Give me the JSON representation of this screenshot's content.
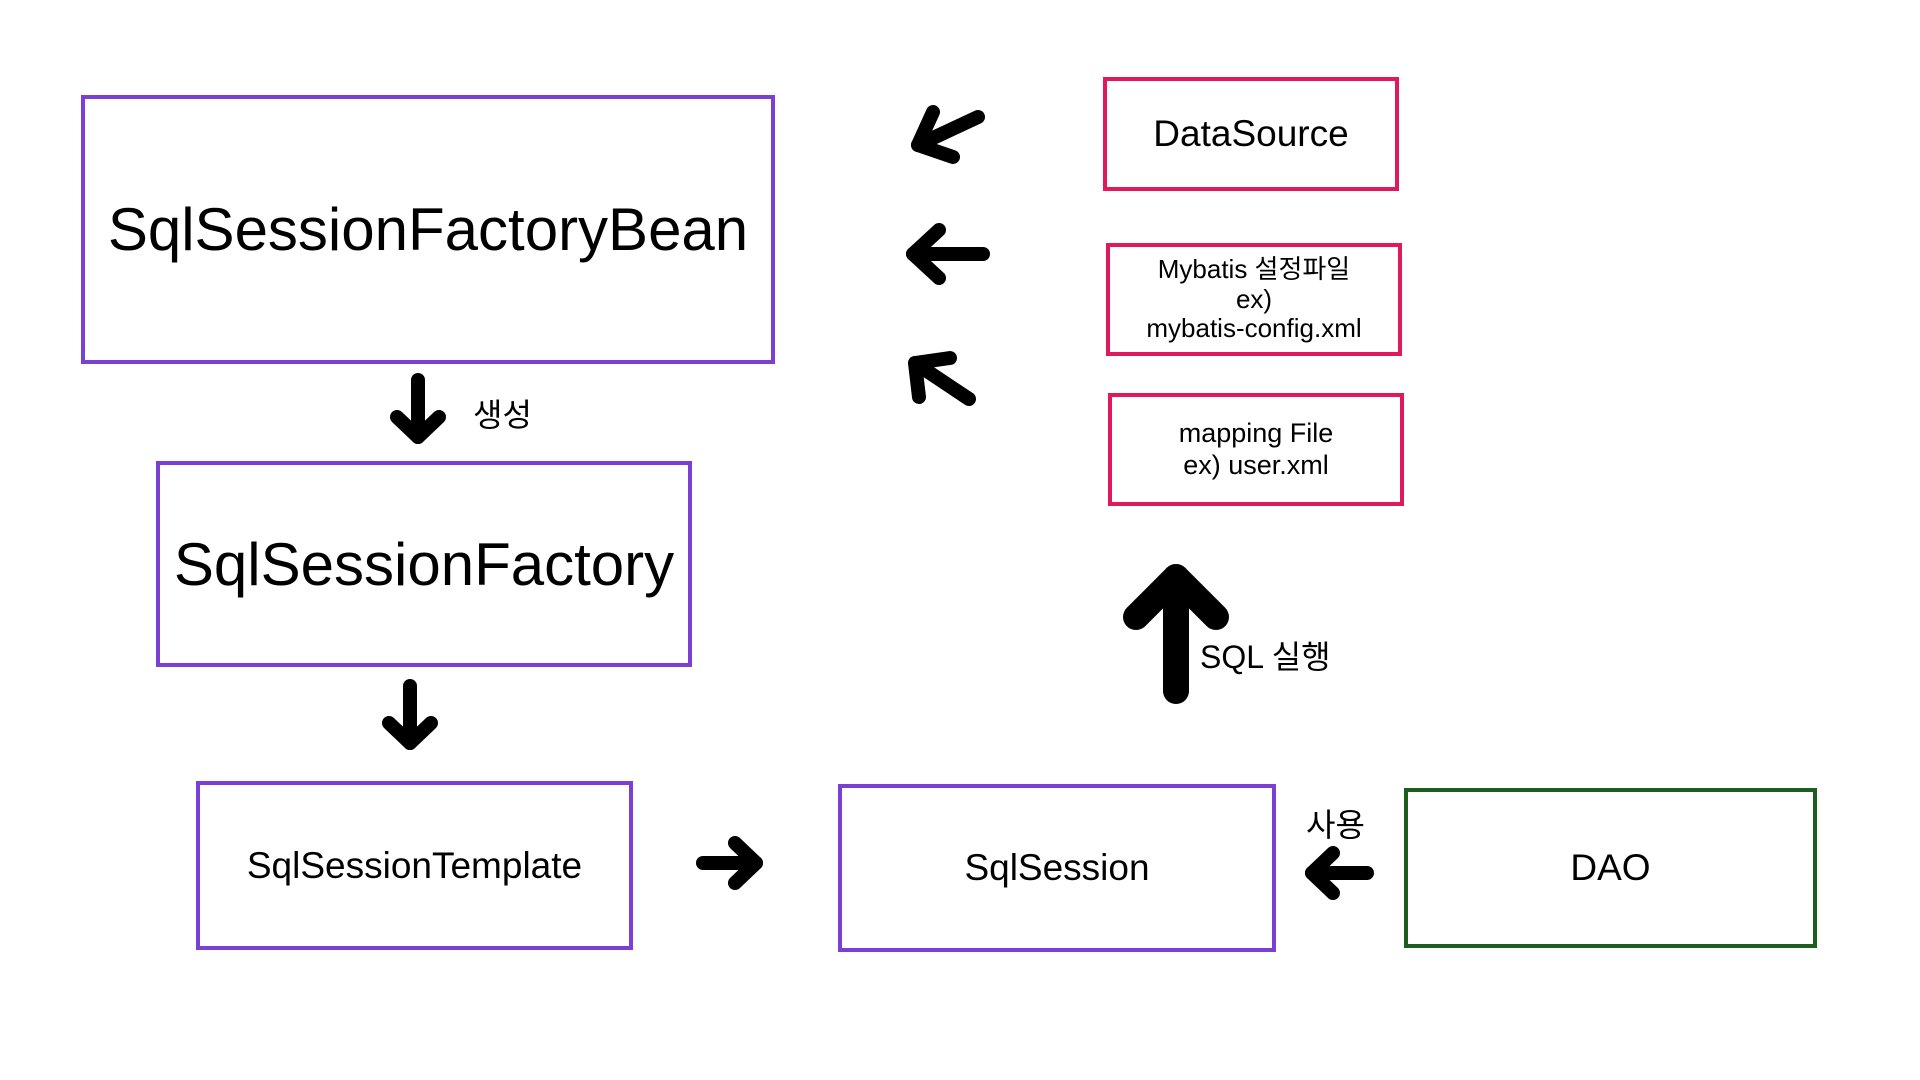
{
  "nodes": {
    "sql_session_factory_bean": "SqlSessionFactoryBean",
    "sql_session_factory": "SqlSessionFactory",
    "sql_session_template": "SqlSessionTemplate",
    "sql_session": "SqlSession",
    "dao": "DAO",
    "data_source": "DataSource",
    "mybatis_config": [
      "Mybatis 설정파일",
      "ex)",
      "mybatis-config.xml"
    ],
    "mapping_file": [
      "mapping File",
      "ex) user.xml"
    ]
  },
  "edge_labels": {
    "create": "생성",
    "execute_sql": "SQL 실행",
    "use": "사용"
  },
  "colors": {
    "purple": "#7b3fd4",
    "red": "#e0185c",
    "green": "#1b5e20",
    "arrow": "#000000"
  }
}
